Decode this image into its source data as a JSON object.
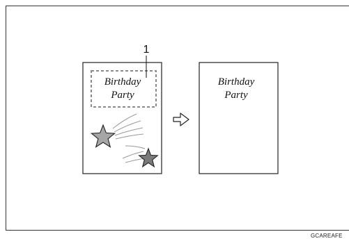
{
  "callout": {
    "number": "1"
  },
  "original": {
    "title_line1": "Birthday",
    "title_line2": "Party"
  },
  "result": {
    "title_line1": "Birthday",
    "title_line2": "Party"
  },
  "arrow_icon": "outline-right-arrow-icon",
  "star_icon": "star-icon",
  "image_code": "GCAREAFE",
  "colors": {
    "stroke": "#222222",
    "star_light": "#a6a6a6",
    "star_dark": "#7a7a7a",
    "dashed": "#888888"
  }
}
